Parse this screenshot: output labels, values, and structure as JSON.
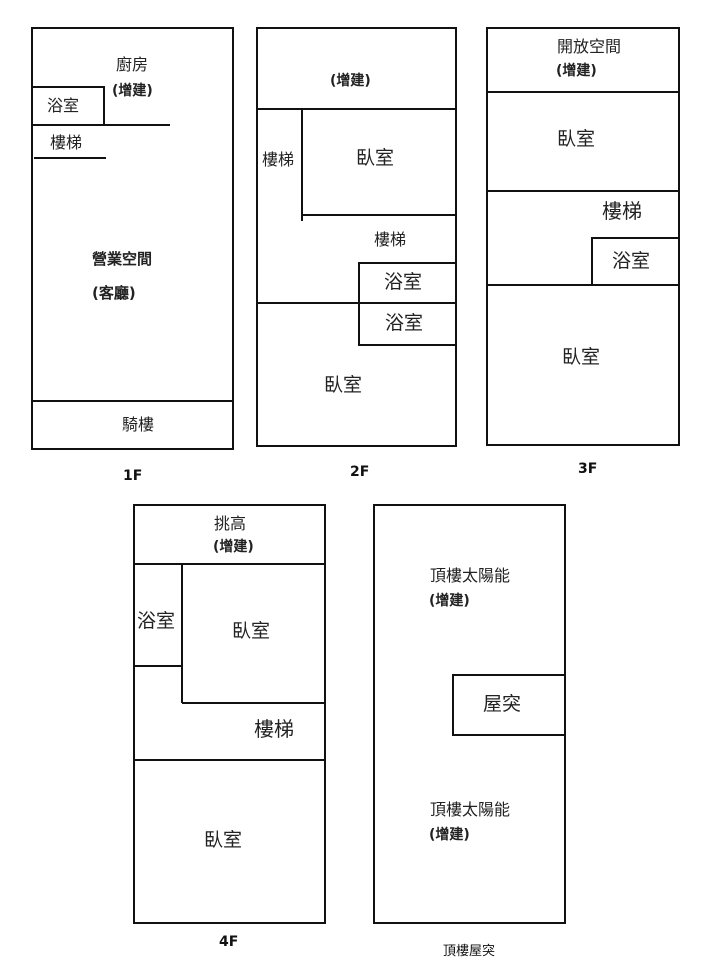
{
  "floors": {
    "f1": {
      "caption": "1F",
      "kitchen": "廚房",
      "kitchen_note": "(增建)",
      "bath": "浴室",
      "stairs": "樓梯",
      "business": "營業空間",
      "business_note": "(客廳)",
      "arcade": "騎樓"
    },
    "f2": {
      "caption": "2F",
      "extension": "(增建)",
      "stairs_left": "樓梯",
      "bedroom_top": "臥室",
      "stairs_mid": "樓梯",
      "bath_1": "浴室",
      "bath_2": "浴室",
      "bedroom_bottom": "臥室"
    },
    "f3": {
      "caption": "3F",
      "open_space": "開放空間",
      "open_space_note": "(增建)",
      "bedroom_top": "臥室",
      "stairs": "樓梯",
      "bath": "浴室",
      "bedroom_bottom": "臥室"
    },
    "f4": {
      "caption": "4F",
      "atrium": "挑高",
      "atrium_note": "(增建)",
      "bath": "浴室",
      "bedroom_top": "臥室",
      "stairs": "樓梯",
      "bedroom_bottom": "臥室"
    },
    "roof": {
      "caption": "頂樓屋突",
      "solar_top": "頂樓太陽能",
      "solar_top_note": "(增建)",
      "chimney": "屋突",
      "solar_bottom": "頂樓太陽能",
      "solar_bottom_note": "(增建)"
    }
  }
}
